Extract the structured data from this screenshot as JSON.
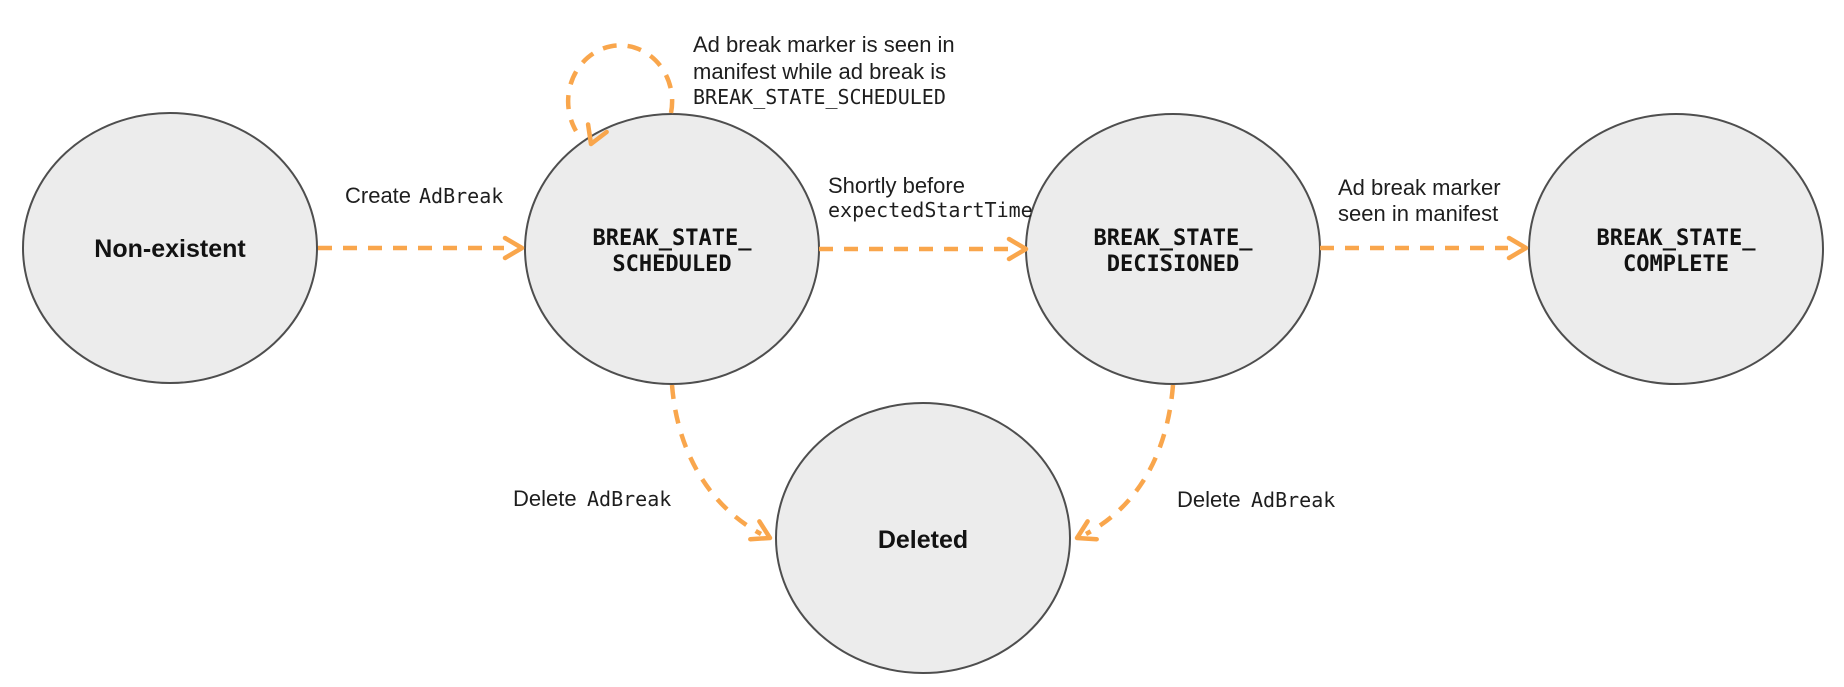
{
  "diagram": {
    "nodes": {
      "non_existent": {
        "label": "Non-existent"
      },
      "scheduled": {
        "line1": "BREAK_STATE_",
        "line2": "SCHEDULED"
      },
      "decisioned": {
        "line1": "BREAK_STATE_",
        "line2": "DECISIONED"
      },
      "complete": {
        "line1": "BREAK_STATE_",
        "line2": "COMPLETE"
      },
      "deleted": {
        "label": "Deleted"
      }
    },
    "edges": {
      "create": {
        "text_sans": "Create",
        "text_mono": "AdBreak"
      },
      "self_loop_note": {
        "line1": "Ad break marker is seen in",
        "line2": "manifest while ad break is",
        "line3": "BREAK_STATE_SCHEDULED"
      },
      "shortly_before": {
        "line1": "Shortly before",
        "line2_mono": "expectedStartTime"
      },
      "marker_seen": {
        "line1": "Ad break marker",
        "line2": "seen in manifest"
      },
      "delete_from_scheduled": {
        "text_sans": "Delete",
        "text_mono": "AdBreak"
      },
      "delete_from_decisioned": {
        "text_sans": "Delete",
        "text_mono": "AdBreak"
      }
    }
  },
  "colors": {
    "arrow": "#F9A64C",
    "node_fill": "#ECECEC",
    "node_stroke": "#4E4E4E",
    "text": "#1E1E1E"
  }
}
